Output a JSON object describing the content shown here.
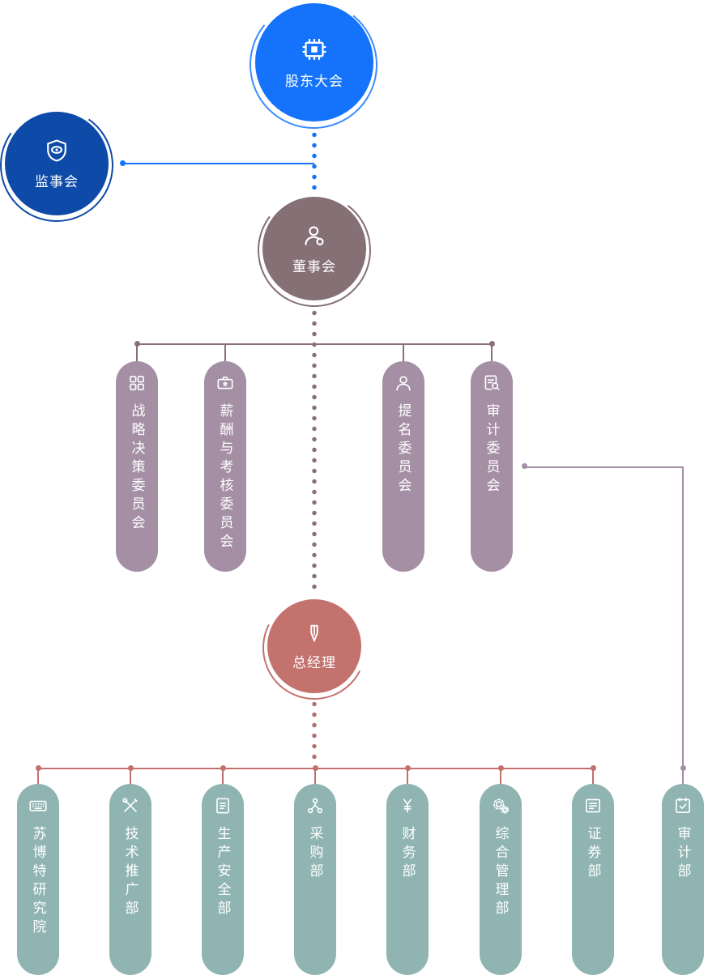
{
  "nodes": {
    "shareholders": {
      "label": "股东大会",
      "icon": "chip-icon"
    },
    "supervisors": {
      "label": "监事会",
      "icon": "shield-eye-icon"
    },
    "board": {
      "label": "董事会",
      "icon": "person-gear-icon"
    },
    "general_manager": {
      "label": "总经理",
      "icon": "pen-icon"
    }
  },
  "committees": {
    "items": [
      {
        "label": "战略决策委员会",
        "icon": "grid-icon"
      },
      {
        "label": "薪酬与考核委员会",
        "icon": "briefcase-icon"
      },
      {
        "label": "提名委员会",
        "icon": "person-icon"
      },
      {
        "label": "审计委员会",
        "icon": "doc-search-icon"
      }
    ]
  },
  "departments": {
    "items": [
      {
        "label": "苏博特研究院",
        "icon": "keyboard-icon"
      },
      {
        "label": "技术推广部",
        "icon": "tools-icon"
      },
      {
        "label": "生产安全部",
        "icon": "doc-lines-icon"
      },
      {
        "label": "采购部",
        "icon": "network-icon"
      },
      {
        "label": "财务部",
        "icon": "yen-icon"
      },
      {
        "label": "综合管理部",
        "icon": "gears-icon"
      },
      {
        "label": "证券部",
        "icon": "certificate-icon"
      },
      {
        "label": "审计部",
        "icon": "calendar-check-icon"
      }
    ]
  },
  "colors": {
    "shareholders_blue": "#1473fa",
    "supervisors_blue": "#0e4aa8",
    "board_taupe": "#857076",
    "general_manager_red": "#c3726d",
    "committee_purple": "#a48fa5",
    "department_teal": "#8fb4b2",
    "connector_blue": "#1473fa",
    "connector_brown": "#8a7076",
    "connector_red": "#c2706c",
    "connector_purple": "#a48fa5"
  }
}
